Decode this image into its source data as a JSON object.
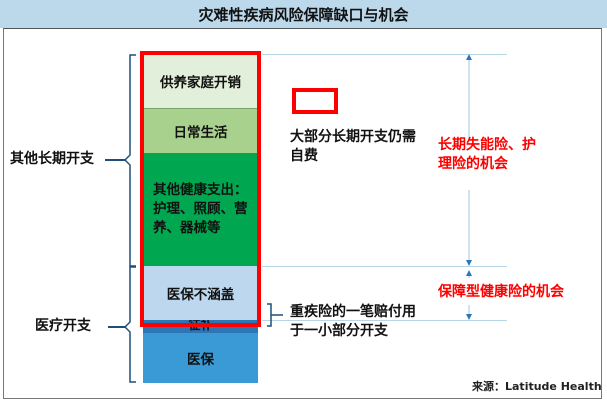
{
  "title": "灾难性疾病风险保障缺口与机会",
  "segments": {
    "family": "供养家庭开销",
    "daily": "日常生活",
    "other_health": "其他健康支出：护理、照顾、营养、器械等",
    "uncovered": "医保不涵盖",
    "supplement": "征补",
    "medical_insurance": "医保"
  },
  "groups": {
    "long_term": "其他长期开支",
    "medical": "医疗开支"
  },
  "legend_text": "大部分长期开支仍需自费",
  "ci_note": "重疾险的一笔赔付用于一小部分开支",
  "opportunities": {
    "ltc": "长期失能险、护理险的机会",
    "health": "保障型健康险的机会"
  },
  "source": "来源：Latitude Health",
  "colors": {
    "title_bg": "#bcd9ec",
    "highlight": "#ff0000",
    "opportunity": "#ff0000"
  }
}
